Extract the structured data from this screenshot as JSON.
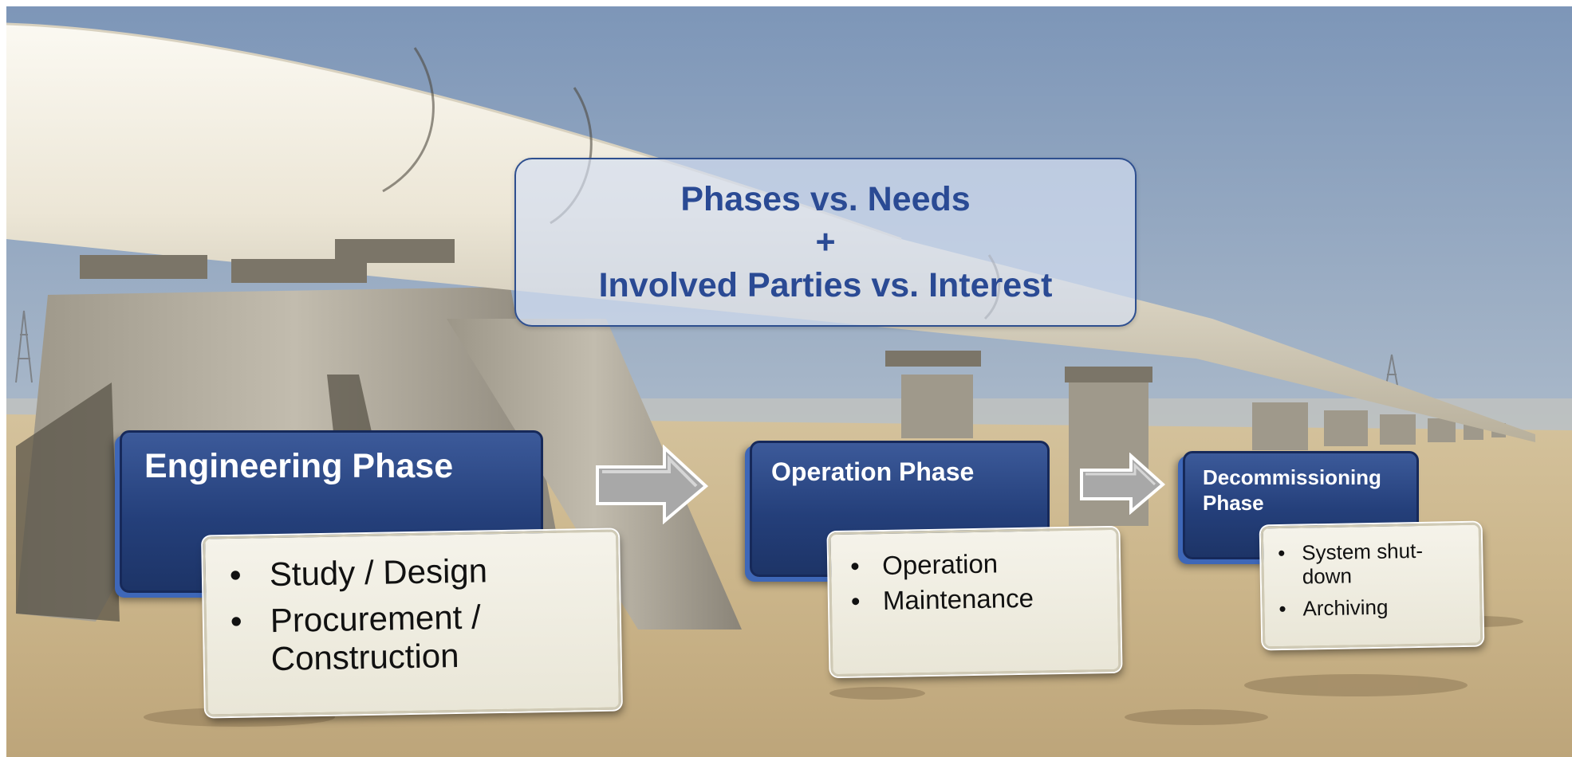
{
  "title_box": {
    "line1": "Phases vs. Needs",
    "line2": "+",
    "line3": "Involved Parties vs. Interest",
    "text_color": "#2a4a94"
  },
  "phases": [
    {
      "title": "Engineering Phase",
      "items": [
        "Study / Design",
        "Procurement / Construction"
      ]
    },
    {
      "title": "Operation Phase",
      "items": [
        "Operation",
        "Maintenance"
      ]
    },
    {
      "title": "Decommissioning Phase",
      "items": [
        "System shut-down",
        "Archiving"
      ]
    }
  ],
  "colors": {
    "phase_box": "#243f7a",
    "phase_shadow": "#3e67b8",
    "card": "#eeebdf",
    "arrow": "#a8a8a8"
  }
}
